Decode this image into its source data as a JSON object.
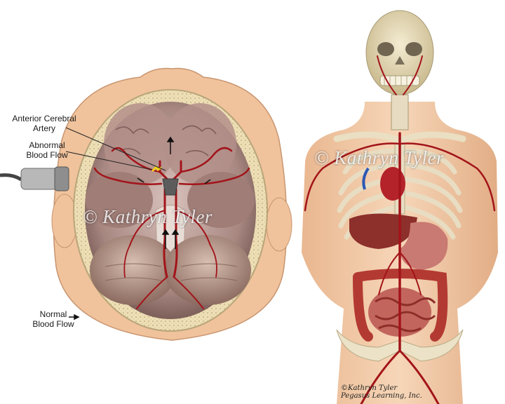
{
  "labels": {
    "anterior_cerebral_artery": "Anterior Cerebral\nArtery",
    "abnormal_blood_flow": "Abnormal\nBlood Flow",
    "normal_blood_flow": "Normal\nBlood Flow"
  },
  "watermark": "© Kathryn Tyler",
  "signature": {
    "name": "©Kathryn Tyler",
    "company": "Pegasus Learning, Inc."
  },
  "colors": {
    "artery": "#a3141a",
    "bone": "#efe2bf",
    "skin": "#f1c9a4",
    "brain": "#b89a92"
  }
}
